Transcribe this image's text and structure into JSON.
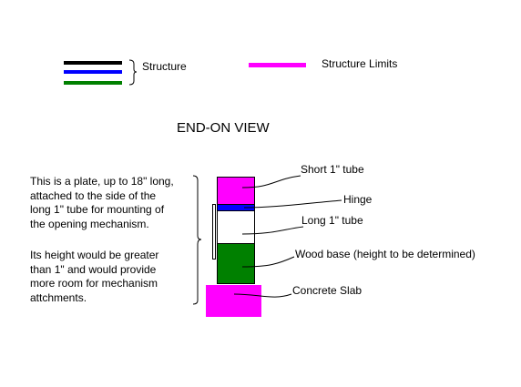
{
  "legend": {
    "structure": {
      "label": "Structure",
      "line_colors": [
        "#000000",
        "#0000ff",
        "#008000"
      ]
    },
    "structure_limits": {
      "label": "Structure Limits",
      "color": "#ff00ff"
    }
  },
  "title": "END-ON VIEW",
  "notes": {
    "plate_description": "This is a plate, up to 18\" long,\nattached to the side of the\nlong 1\" tube for mounting of\nthe opening mechanism.",
    "height_description": "Its height would be greater\nthan 1\" and would provide\nmore room for mechanism\nattchments."
  },
  "callouts": {
    "short_tube": "Short 1\" tube",
    "hinge": "Hinge",
    "long_tube": "Long 1\" tube",
    "wood_base": "Wood base (height to be determined)",
    "concrete_slab": "Concrete Slab"
  },
  "colors": {
    "limits": "#ff00ff",
    "hinge": "#0000ff",
    "wood": "#008000",
    "outline": "#000000",
    "white": "#ffffff"
  }
}
